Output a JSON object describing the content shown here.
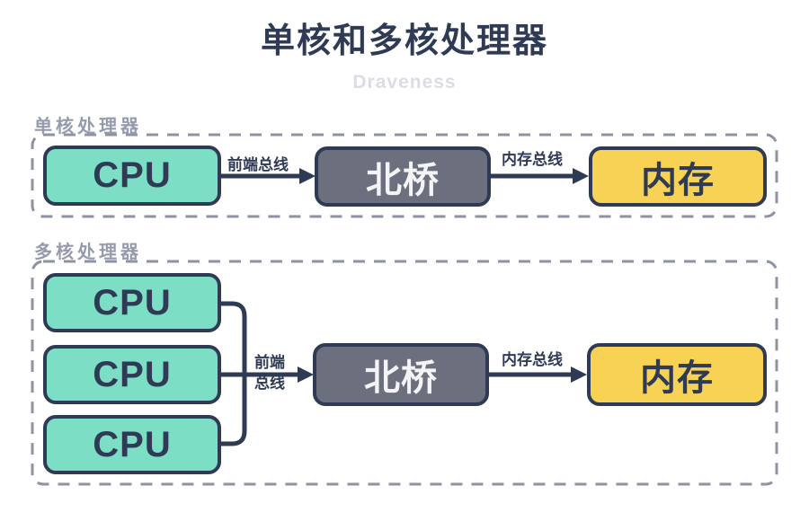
{
  "page": {
    "title": "单核和多核处理器",
    "subtitle": "Draveness"
  },
  "single": {
    "label": "单核处理器",
    "cpu": "CPU",
    "northbridge": "北桥",
    "memory": "内存",
    "front_bus": "前端总线",
    "memory_bus": "内存总线"
  },
  "multi": {
    "label": "多核处理器",
    "cpus": [
      "CPU",
      "CPU",
      "CPU"
    ],
    "northbridge": "北桥",
    "memory": "内存",
    "front_bus_line1": "前端",
    "front_bus_line2": "总线",
    "memory_bus": "内存总线"
  },
  "colors": {
    "navy": "#2f3a55",
    "teal": "#7ddec6",
    "slate": "#6b6f7e",
    "yellow": "#f8d254",
    "dash_gray": "#8d93a3",
    "section_label_gray": "#959bad",
    "watermark_gray": "#dbdde4"
  }
}
